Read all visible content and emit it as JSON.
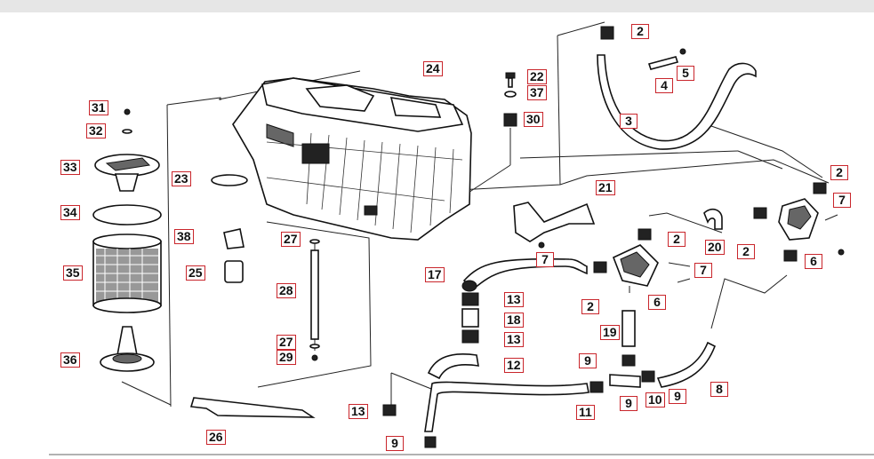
{
  "diagram": {
    "part_labels": [
      "2",
      "2",
      "2",
      "2",
      "2",
      "2",
      "3",
      "4",
      "5",
      "6",
      "6",
      "7",
      "7",
      "7",
      "7",
      "8",
      "9",
      "9",
      "9",
      "9",
      "10",
      "11",
      "12",
      "13",
      "13",
      "13",
      "17",
      "18",
      "19",
      "20",
      "21",
      "22",
      "23",
      "24",
      "25",
      "26",
      "27",
      "27",
      "28",
      "29",
      "30",
      "31",
      "32",
      "33",
      "34",
      "35",
      "36",
      "37",
      "38"
    ]
  }
}
